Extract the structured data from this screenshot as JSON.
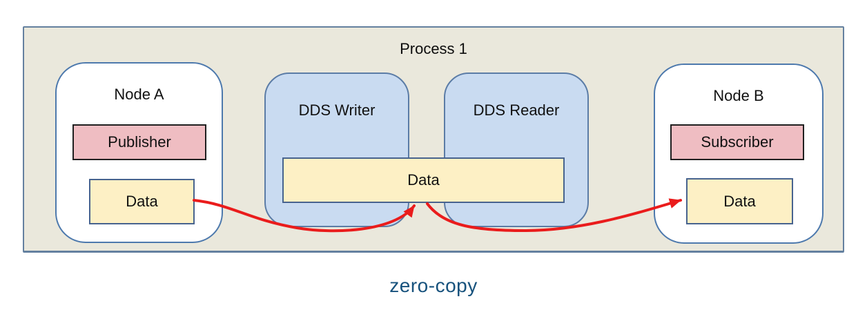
{
  "diagram": {
    "process_label": "Process 1",
    "caption": "zero-copy",
    "node_a": {
      "title": "Node A",
      "publisher_label": "Publisher",
      "data_label": "Data"
    },
    "dds_writer_title": "DDS Writer",
    "dds_reader_title": "DDS Reader",
    "shared_data_label": "Data",
    "node_b": {
      "title": "Node B",
      "subscriber_label": "Subscriber",
      "data_label": "Data"
    },
    "arrows": [
      {
        "name": "node-a-data-to-shared-data",
        "description": "red curved arrow from Node A Data into shared Data"
      },
      {
        "name": "shared-data-to-node-b-data",
        "description": "red curved arrow from shared Data into Node B Data"
      }
    ],
    "colors": {
      "process_fill": "#eae8dc",
      "process_border": "#64809f",
      "node_fill": "#ffffff",
      "node_border": "#4d79ad",
      "dds_fill": "#c9dbf1",
      "dds_border": "#5b7ca6",
      "publisher_fill": "#efbdc2",
      "publisher_border": "#1f1f1f",
      "data_fill": "#fdf0c5",
      "data_border": "#47638e",
      "arrow": "#ea1c1c",
      "caption_text": "#17527d"
    }
  }
}
